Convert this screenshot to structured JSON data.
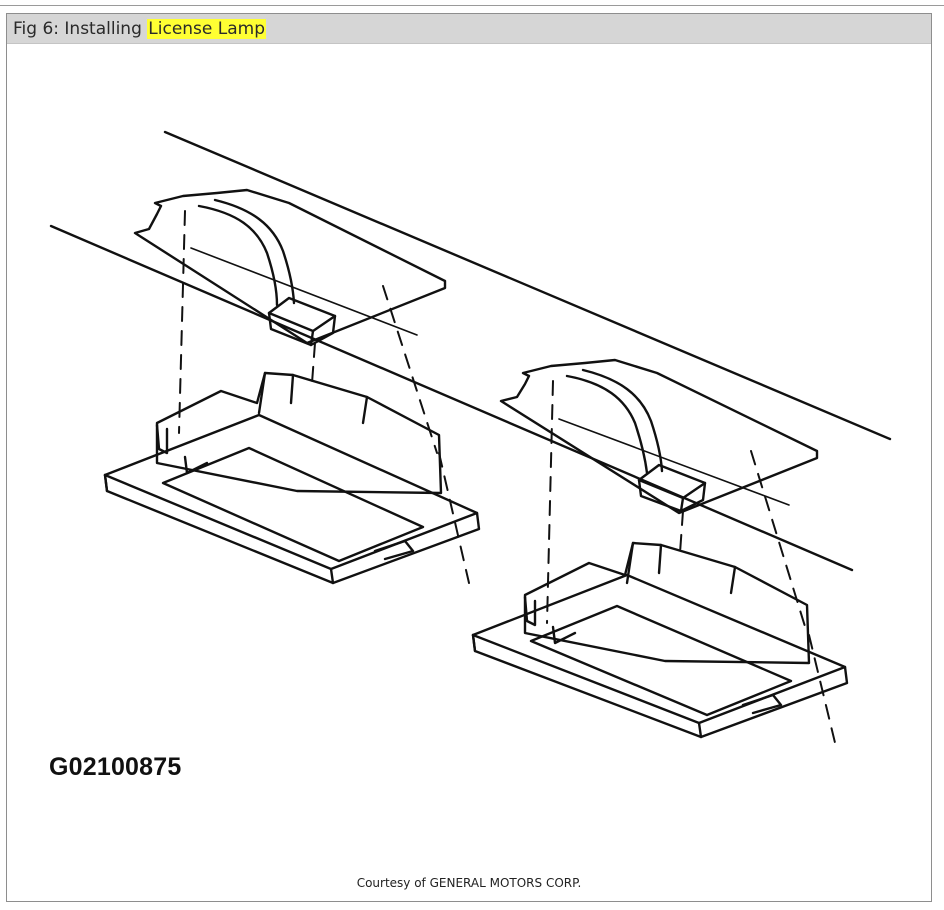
{
  "caption": {
    "prefix": "Fig 6: Installing ",
    "highlight": "License Lamp",
    "highlight_color": "#ffff33",
    "bar_color": "#d6d6d6"
  },
  "figure": {
    "code": "G02100875",
    "courtesy": "Courtesy of GENERAL MOTORS CORP."
  },
  "icons": {
    "illustration": "license-lamp-line-drawing"
  }
}
